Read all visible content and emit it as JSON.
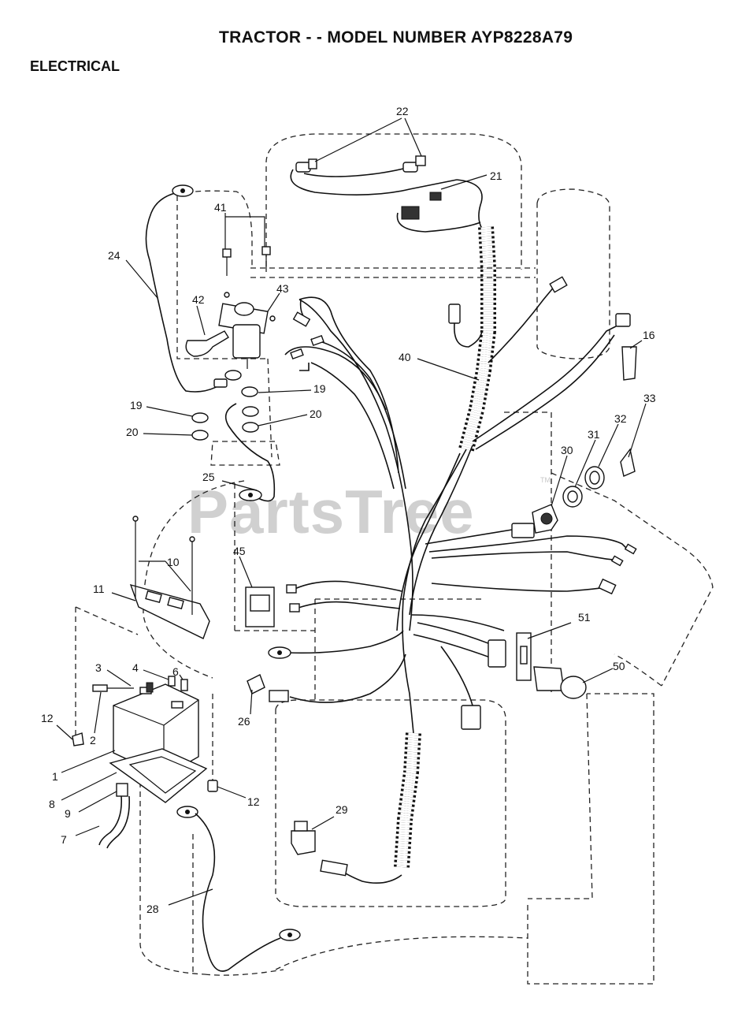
{
  "title": "TRACTOR - - MODEL NUMBER AYP8228A79",
  "section": "ELECTRICAL",
  "watermark": "PartsTree",
  "trademark": "TM",
  "callouts": [
    {
      "id": "c22",
      "label": "22"
    },
    {
      "id": "c21",
      "label": "21"
    },
    {
      "id": "c41",
      "label": "41"
    },
    {
      "id": "c24",
      "label": "24"
    },
    {
      "id": "c43",
      "label": "43"
    },
    {
      "id": "c42",
      "label": "42"
    },
    {
      "id": "c40",
      "label": "40"
    },
    {
      "id": "c16",
      "label": "16"
    },
    {
      "id": "c19a",
      "label": "19"
    },
    {
      "id": "c19b",
      "label": "19"
    },
    {
      "id": "c20a",
      "label": "20"
    },
    {
      "id": "c20b",
      "label": "20"
    },
    {
      "id": "c33",
      "label": "33"
    },
    {
      "id": "c32",
      "label": "32"
    },
    {
      "id": "c31",
      "label": "31"
    },
    {
      "id": "c30",
      "label": "30"
    },
    {
      "id": "c25",
      "label": "25"
    },
    {
      "id": "c10",
      "label": "10"
    },
    {
      "id": "c45",
      "label": "45"
    },
    {
      "id": "c11",
      "label": "11"
    },
    {
      "id": "c51",
      "label": "51"
    },
    {
      "id": "c3",
      "label": "3"
    },
    {
      "id": "c4",
      "label": "4"
    },
    {
      "id": "c6",
      "label": "6"
    },
    {
      "id": "c50",
      "label": "50"
    },
    {
      "id": "c12a",
      "label": "12"
    },
    {
      "id": "c2",
      "label": "2"
    },
    {
      "id": "c26",
      "label": "26"
    },
    {
      "id": "c1",
      "label": "1"
    },
    {
      "id": "c8",
      "label": "8"
    },
    {
      "id": "c12b",
      "label": "12"
    },
    {
      "id": "c9",
      "label": "9"
    },
    {
      "id": "c29",
      "label": "29"
    },
    {
      "id": "c7",
      "label": "7"
    },
    {
      "id": "c28",
      "label": "28"
    }
  ]
}
